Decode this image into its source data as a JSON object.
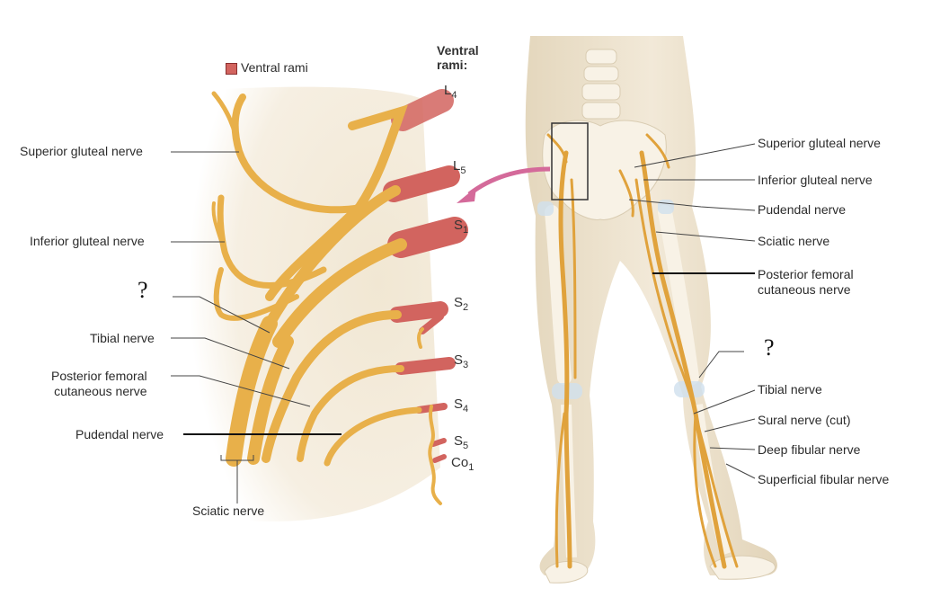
{
  "legend": {
    "label": "Ventral rami",
    "color": "#d2645f"
  },
  "rami_header": "Ventral\nrami:",
  "segments": [
    {
      "main": "L",
      "sub": "4"
    },
    {
      "main": "L",
      "sub": "5"
    },
    {
      "main": "S",
      "sub": "1"
    },
    {
      "main": "S",
      "sub": "2"
    },
    {
      "main": "S",
      "sub": "3"
    },
    {
      "main": "S",
      "sub": "4"
    },
    {
      "main": "S",
      "sub": "5"
    },
    {
      "main": "Co",
      "sub": "1"
    }
  ],
  "left_labels": {
    "superior_gluteal": "Superior gluteal nerve",
    "inferior_gluteal": "Inferior gluteal nerve",
    "unknown": "?",
    "tibial": "Tibial nerve",
    "posterior_femoral": "Posterior femoral\ncutaneous nerve",
    "pudendal": "Pudendal nerve",
    "sciatic": "Sciatic nerve"
  },
  "right_labels": {
    "superior_gluteal": "Superior gluteal nerve",
    "inferior_gluteal": "Inferior gluteal nerve",
    "pudendal": "Pudendal nerve",
    "sciatic": "Sciatic nerve",
    "posterior_femoral": "Posterior femoral\ncutaneous nerve",
    "unknown": "?",
    "tibial": "Tibial nerve",
    "sural": "Sural nerve (cut)",
    "deep_fibular": "Deep fibular nerve",
    "superficial_fibular": "Superficial fibular nerve"
  },
  "colors": {
    "nerve": "#e8b04a",
    "nerve_dark": "#c98f2a",
    "ramus": "#d2645f",
    "skin": "#eee3cf",
    "bone": "#f6efe0",
    "arrow": "#d46a9a"
  }
}
